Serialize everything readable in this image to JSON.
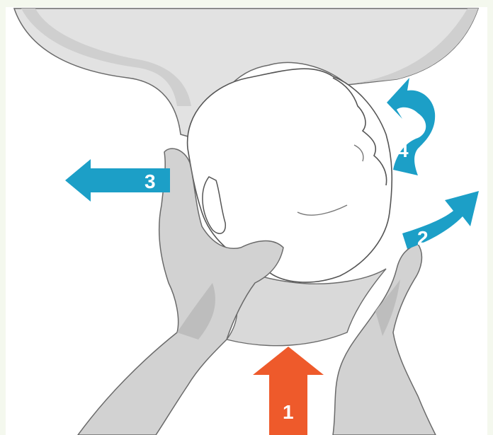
{
  "colors": {
    "frame_bg": "#f4f8ee",
    "inner_bg": "#ffffff",
    "skin": "#d6d6d6",
    "skin_shadow": "#c4c4c4",
    "outline": "#555555",
    "arrow_blue": "#1c9fc7",
    "arrow_orange": "#ee5a2b",
    "label": "#ffffff"
  },
  "arrows": [
    {
      "id": "lift-chin",
      "label": "1",
      "color_key": "arrow_orange",
      "direction": "up"
    },
    {
      "id": "rotate-jaw",
      "label": "2",
      "color_key": "arrow_blue",
      "direction": "curve-up-right"
    },
    {
      "id": "push-head",
      "label": "3",
      "color_key": "arrow_blue",
      "direction": "left"
    },
    {
      "id": "turn-head",
      "label": "4",
      "color_key": "arrow_blue",
      "direction": "curl-up"
    }
  ],
  "icons": [
    "head-tilt-illustration",
    "hand-left-icon",
    "hand-right-icon"
  ]
}
